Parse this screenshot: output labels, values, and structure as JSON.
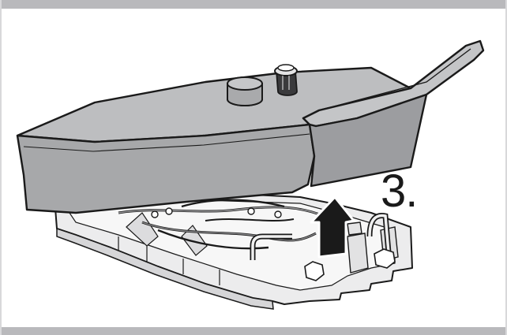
{
  "figure": {
    "step_label": "3.",
    "colors": {
      "frame": "#b9b9bc",
      "cover_fill": "#a7a8aa",
      "cover_top": "#bdbec0",
      "cover_side": "#9c9da0",
      "base_fill": "#e9e9ea",
      "outline": "#1a1a1a",
      "arrow": "#1a1a1a"
    },
    "icons": [
      "cover-part",
      "knob",
      "valve-cap",
      "lift-arrow",
      "base-plate",
      "wiring"
    ]
  }
}
